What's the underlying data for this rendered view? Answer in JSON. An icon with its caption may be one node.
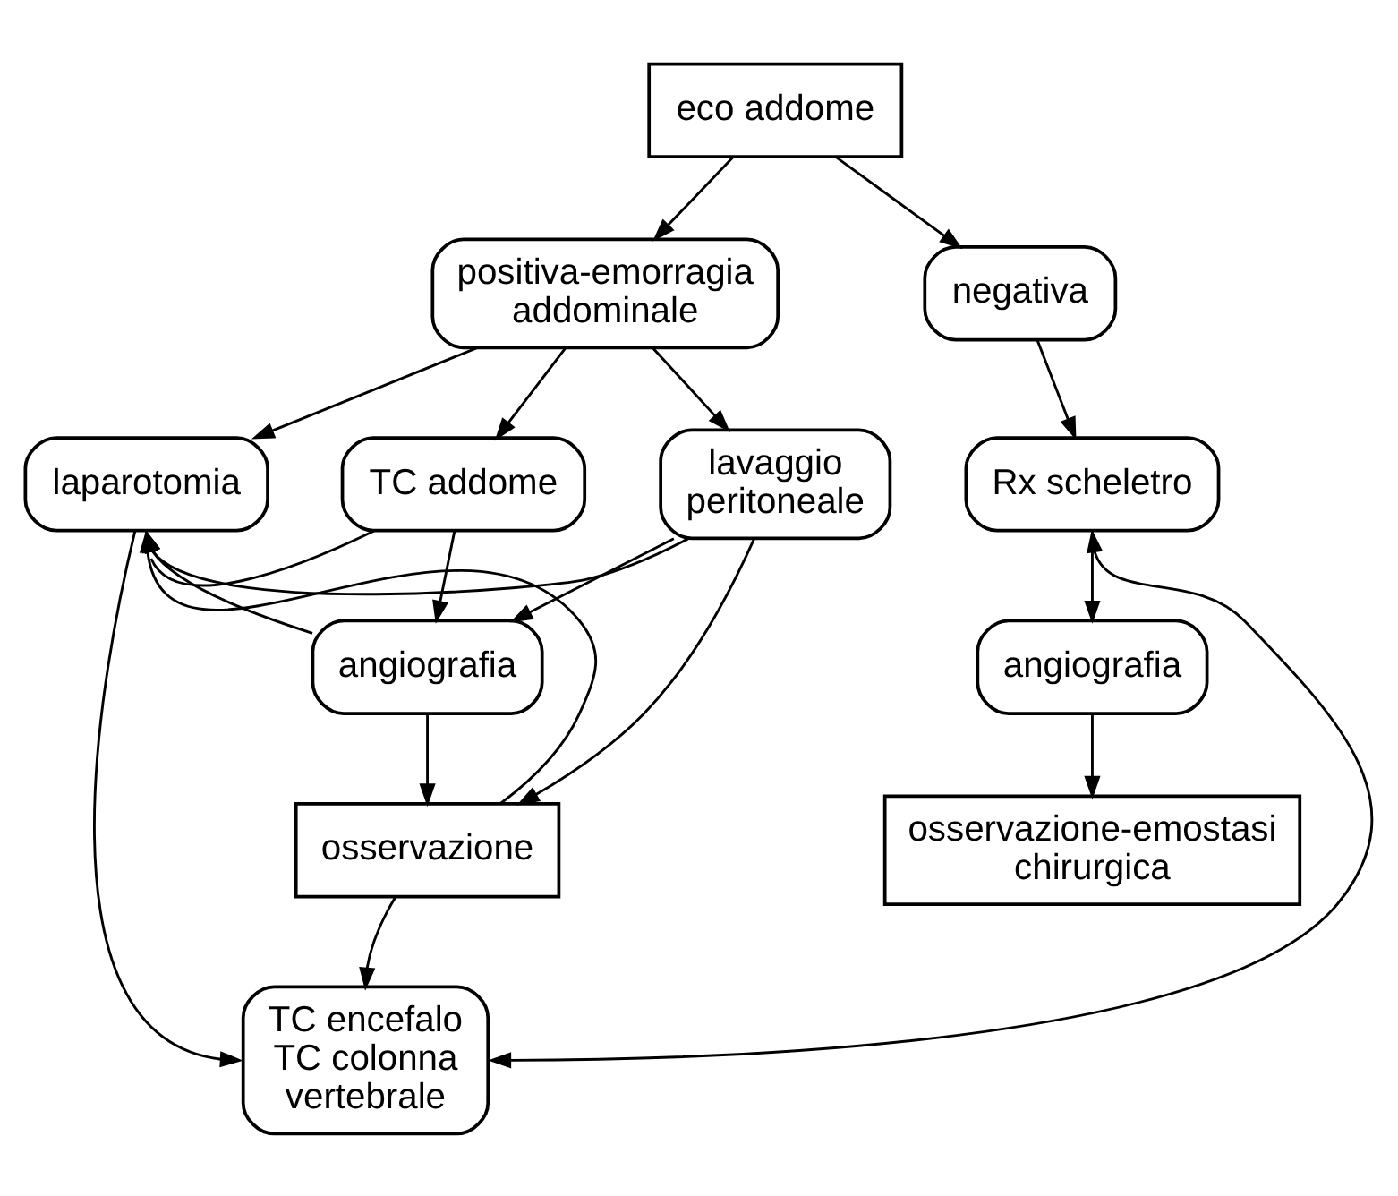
{
  "diagram": {
    "nodes": [
      {
        "text": [
          "eco addome"
        ]
      },
      {
        "text": [
          "positiva-emorragia addominale"
        ]
      },
      {
        "text": [
          "negativa"
        ]
      },
      {
        "text": [
          "laparotomia"
        ]
      },
      {
        "text": [
          "TC addome"
        ]
      },
      {
        "text": [
          "lavaggio peritoneale"
        ]
      },
      {
        "text": [
          "Rx scheletro"
        ]
      },
      {
        "text": [
          "angiografia"
        ]
      },
      {
        "text": [
          "angiografia"
        ]
      },
      {
        "text": [
          "osservazione"
        ]
      },
      {
        "text": [
          "osservazione-emostasi chirurgica"
        ]
      },
      {
        "text": [
          "TC encefalo TC colonna vertebrale"
        ]
      }
    ],
    "edges": [
      {
        "from": 0,
        "to": 1,
        "arrow": "to"
      },
      {
        "from": 0,
        "to": 2,
        "arrow": "to"
      },
      {
        "from": 1,
        "to": 3,
        "arrow": "to"
      },
      {
        "from": 1,
        "to": 4,
        "arrow": "to"
      },
      {
        "from": 1,
        "to": 5,
        "arrow": "to"
      },
      {
        "from": 2,
        "to": 6,
        "arrow": "to"
      },
      {
        "from": 6,
        "to": 7,
        "arrow": "to"
      },
      {
        "from": 7,
        "to": 10,
        "arrow": "to"
      },
      {
        "from": 4,
        "to": 3,
        "arrow": "to"
      },
      {
        "from": 5,
        "to": 3,
        "arrow": "to"
      },
      {
        "from": 4,
        "to": 8,
        "arrow": "to"
      },
      {
        "from": 5,
        "to": 8,
        "arrow": "to"
      },
      {
        "from": 8,
        "to": 3,
        "arrow": "to"
      },
      {
        "from": 8,
        "to": 9,
        "arrow": "to"
      },
      {
        "from": 5,
        "to": 9,
        "arrow": "to"
      },
      {
        "from": 9,
        "to": 3,
        "arrow": "to"
      },
      {
        "from": 9,
        "to": 11,
        "arrow": "to"
      },
      {
        "from": 3,
        "to": 11,
        "arrow": "to"
      },
      {
        "from": 6,
        "to": 11,
        "arrow": "both"
      }
    ]
  }
}
